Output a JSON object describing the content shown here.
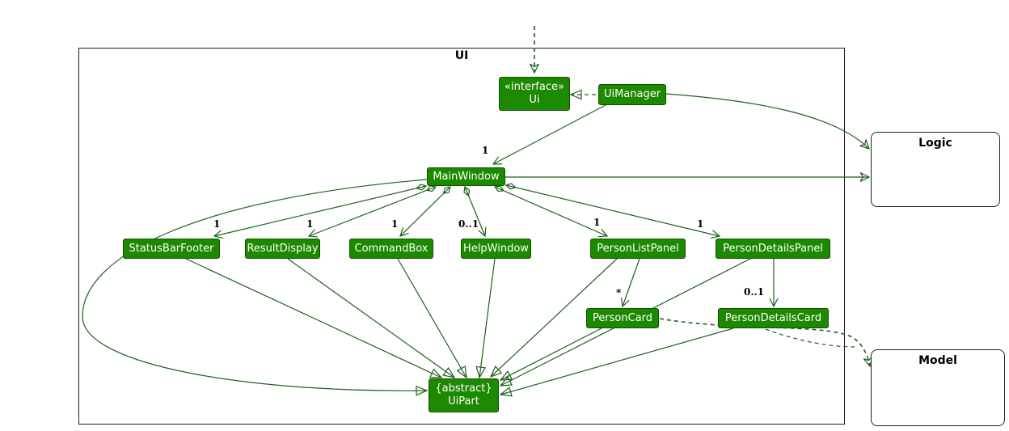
{
  "colors": {
    "node_fill": "#1D8900",
    "node_border": "#0D5300",
    "edge": "#1E601E"
  },
  "frame": {
    "label": "UI"
  },
  "classes": {
    "ui": {
      "stereotype": "«interface»",
      "name": "Ui"
    },
    "uiManager": {
      "name": "UiManager"
    },
    "mainWindow": {
      "name": "MainWindow"
    },
    "statusBarFooter": {
      "name": "StatusBarFooter"
    },
    "resultDisplay": {
      "name": "ResultDisplay"
    },
    "commandBox": {
      "name": "CommandBox"
    },
    "helpWindow": {
      "name": "HelpWindow"
    },
    "personListPanel": {
      "name": "PersonListPanel"
    },
    "personDetailsPanel": {
      "name": "PersonDetailsPanel"
    },
    "personCard": {
      "name": "PersonCard"
    },
    "personDetailsCard": {
      "name": "PersonDetailsCard"
    },
    "uiPart": {
      "stereotype": "{abstract}",
      "name": "UiPart"
    }
  },
  "external": {
    "logic": {
      "name": "Logic"
    },
    "model": {
      "name": "Model"
    }
  },
  "multiplicities": {
    "mainWindow": "1",
    "statusBarFooter": "1",
    "resultDisplay": "1",
    "commandBox": "1",
    "helpWindow": "0..1",
    "personListPanel": "1",
    "personDetailsPanel": "1",
    "personCard": "*",
    "personDetailsCard": "0..1"
  }
}
